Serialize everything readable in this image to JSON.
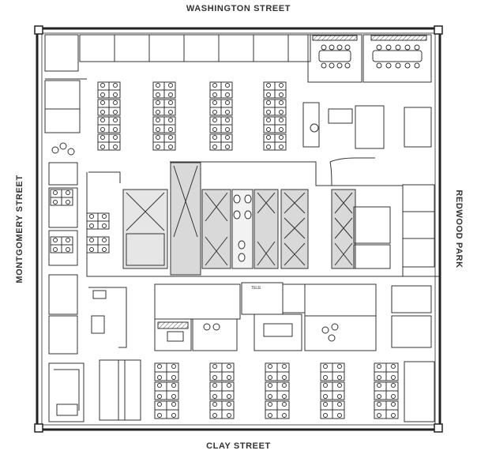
{
  "streets": {
    "north": "WASHINGTON STREET",
    "south": "CLAY STREET",
    "west": "MONTGOMERY STREET",
    "east": "REDWOOD PARK"
  },
  "room_labels": {
    "service": "TELE"
  },
  "colors": {
    "wall": "#222222",
    "core_fill": "#d9d9d9",
    "line": "#444444",
    "background": "#ffffff"
  }
}
